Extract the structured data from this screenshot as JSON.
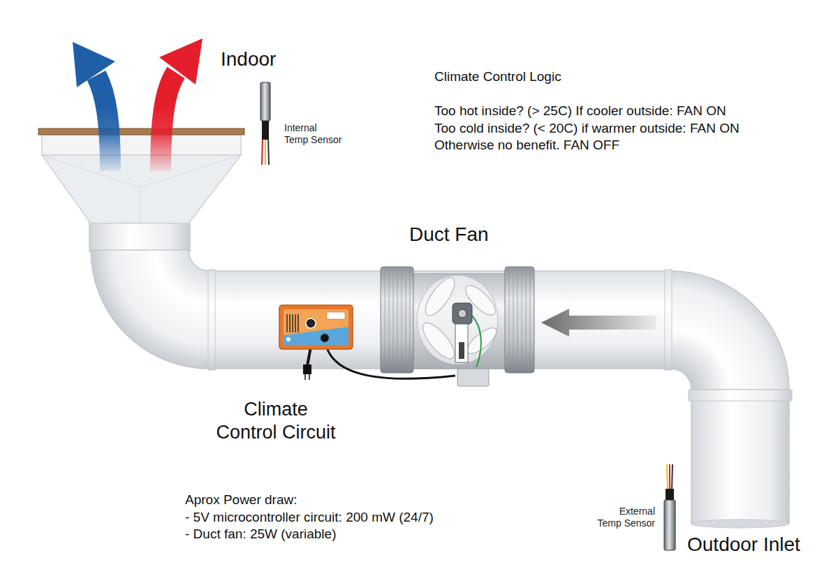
{
  "diagram": {
    "labels": [
      "Indoor",
      "Climate Control Logic",
      "Too hot inside? (> 25C) If cooler outside: FAN ON",
      "Too cold inside? (< 20C) if warmer outside: FAN ON",
      "Otherwise no benefit. FAN OFF",
      "Internal Temp Sensor",
      "Duct Fan",
      "Climate Control Circuit",
      "Aprox Power draw:",
      "- 5V microcontroller circuit: 200 mW (24/7)",
      "- Duct fan: 25W (variable)",
      "External Temp Sensor",
      "Outdoor Inlet"
    ]
  }
}
